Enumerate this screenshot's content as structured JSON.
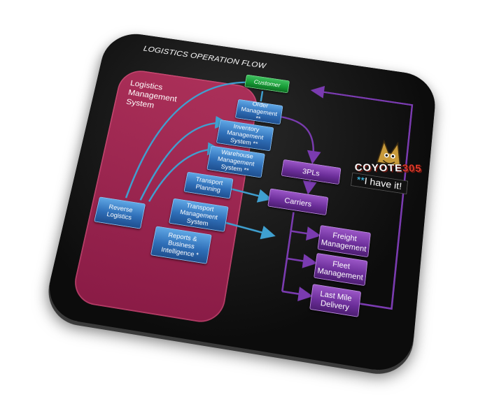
{
  "title": "LOGISTICS OPERATION FLOW",
  "lms_title": "Logistics Management System",
  "nodes": {
    "customer": "Customer",
    "order_mgmt": "Order Management **",
    "inventory_mgmt": "Inventory Management System **",
    "warehouse_mgmt": "Warehouse Management System **",
    "transport_planning": "Transport Planning",
    "transport_mgmt": "Transport Management System",
    "reports_bi": "Reports & Business Intelligence *",
    "reverse_logistics": "Reverse Logistics",
    "threepls": "3PLs",
    "carriers": "Carriers",
    "freight_mgmt": "Freight Management",
    "fleet_mgmt": "Fleet Management",
    "last_mile": "Last Mile Delivery"
  },
  "logo": {
    "word_main": "COYOTE",
    "word_num": "305",
    "tagline_stars": "**",
    "tagline_text": "I have it!"
  },
  "colors": {
    "blue": "#2f6fb8",
    "green": "#159a34",
    "purple": "#6a2d98",
    "panel": "#c0326a",
    "arrow_blue": "#3fa0d0",
    "arrow_purple": "#6a2d98"
  }
}
